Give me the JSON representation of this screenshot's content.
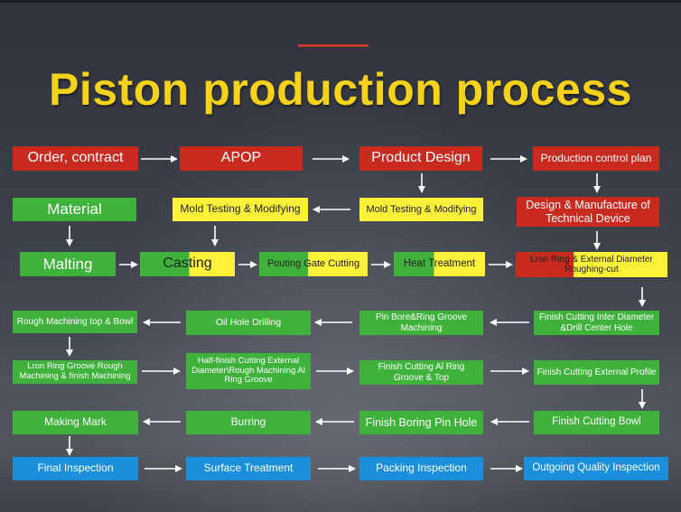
{
  "title": "Piston production process",
  "steps": {
    "order_contract": "Order, contract",
    "apop": "APOP",
    "product_design": "Product Design",
    "production_control_plan": "Production control plan",
    "material": "Material",
    "mold_testing_modifying_1": "Mold Testing & Modifying",
    "mold_testing_modifying_2": "Mold Testing & Modifying",
    "design_manufacture": "Design & Manufacture of Technical Device",
    "malting": "Malting",
    "casting": "Casting",
    "pouting_gate_cutting": "Pouting Gate Cutting",
    "heat_treatment": "Heat Treatment",
    "lron_ring_roughing": "Lron Ring & External Diameter Roughing-cut",
    "rough_machining_top_bowl": "Rough Machining top & Bowl",
    "oil_hole_drilling": "Oil Hole Drilling",
    "pin_bore_ring_groove": "Pin Bore&Ring Groove Machining",
    "finish_cutting_inter_diameter": "Finish Cutting Inter Diameter &Drill Center Hole",
    "lron_ring_groove_rough": "Lron Ring Groove Rough Machining & finish Machining",
    "half_finish_cutting": "Half-finish Cutting External Diameter\\Rough Machining Al Ring Groove",
    "finish_cutting_al_ring": "Finish Cutting Al Ring Groove & Top",
    "finish_cutting_external": "Finish Cutting External Profile",
    "making_mark": "Making Mark",
    "burring": "Burring",
    "finish_boring_pin_hole": "Finish Boring Pin Hole",
    "finish_cutting_bowl": "Finish Cutting Bowl",
    "final_inspection": "Final Inspection",
    "surface_treatment": "Surface Treatment",
    "packing_inspection": "Packing Inspection",
    "outgoing_quality_inspection": "Outgoing Quality Inspection"
  },
  "colors": {
    "title": "#f7d21a",
    "red": "#c82a1f",
    "green": "#3eb23a",
    "yellow": "#fdf13a",
    "blue": "#1a8fdc",
    "arrow": "#ffffff"
  }
}
